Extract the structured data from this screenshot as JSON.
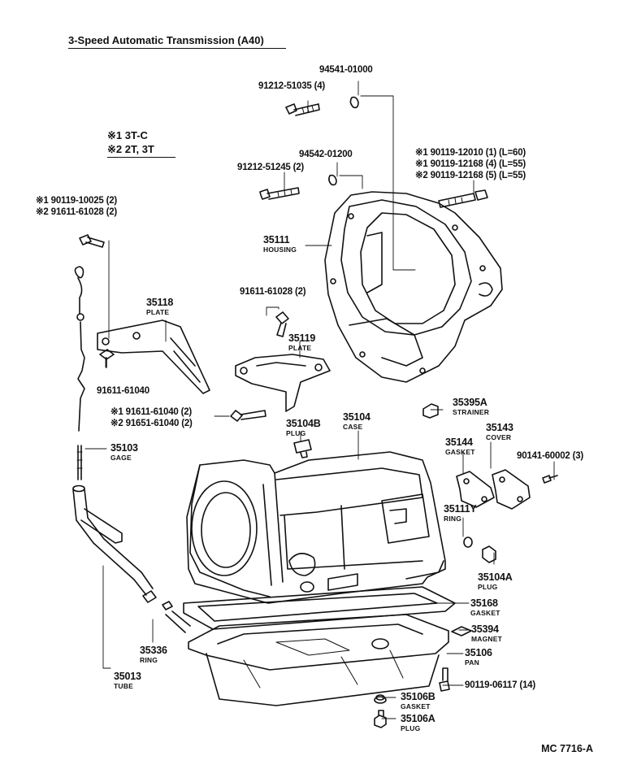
{
  "title": "3-Speed Automatic Transmission (A40)",
  "legend": [
    "※1 3T-C",
    "※2 2T, 3T"
  ],
  "code": "MC 7716-A",
  "parts": {
    "p94541": {
      "number": "94541-01000",
      "name": ""
    },
    "p91212a": {
      "number": "91212-51035 (4)",
      "name": ""
    },
    "p94542": {
      "number": "94542-01200",
      "name": ""
    },
    "p91212b": {
      "number": "91212-51245 (2)",
      "name": ""
    },
    "p90119_lines": [
      "※1 90119-12010 (1) (L=60)",
      "※1 90119-12168 (4) (L=55)",
      "※2 90119-12168 (5) (L=55)"
    ],
    "p90119b_lines": [
      "※1 90119-10025 (2)",
      "※2 91611-61028 (2)"
    ],
    "p35111": {
      "number": "35111",
      "name": "HOUSING"
    },
    "p35118": {
      "number": "35118",
      "name": "PLATE"
    },
    "p91611c": {
      "number": "91611-61028 (2)",
      "name": ""
    },
    "p35119": {
      "number": "35119",
      "name": "PLATE"
    },
    "p91611a": {
      "number": "91611-61040",
      "name": ""
    },
    "p91611b_lines": [
      "※1 91611-61040 (2)",
      "※2 91651-61040 (2)"
    ],
    "p35395A": {
      "number": "35395A",
      "name": "STRAINER"
    },
    "p35104": {
      "number": "35104",
      "name": "CASE"
    },
    "p35104B": {
      "number": "35104B",
      "name": "PLUG"
    },
    "p35103": {
      "number": "35103",
      "name": "GAGE"
    },
    "p35144": {
      "number": "35144",
      "name": "GASKET"
    },
    "p35143": {
      "number": "35143",
      "name": "COVER"
    },
    "p90141": {
      "number": "90141-60002 (3)",
      "name": ""
    },
    "p35111Y": {
      "number": "35111Y",
      "name": "RING"
    },
    "p35104A": {
      "number": "35104A",
      "name": "PLUG"
    },
    "p35168": {
      "number": "35168",
      "name": "GASKET"
    },
    "p35394": {
      "number": "35394",
      "name": "MAGNET"
    },
    "p35106": {
      "number": "35106",
      "name": "PAN"
    },
    "p90119c": {
      "number": "90119-06117 (14)",
      "name": ""
    },
    "p35106B": {
      "number": "35106B",
      "name": "GASKET"
    },
    "p35106A": {
      "number": "35106A",
      "name": "PLUG"
    },
    "p35336": {
      "number": "35336",
      "name": "RING"
    },
    "p35013": {
      "number": "35013",
      "name": "TUBE"
    }
  }
}
